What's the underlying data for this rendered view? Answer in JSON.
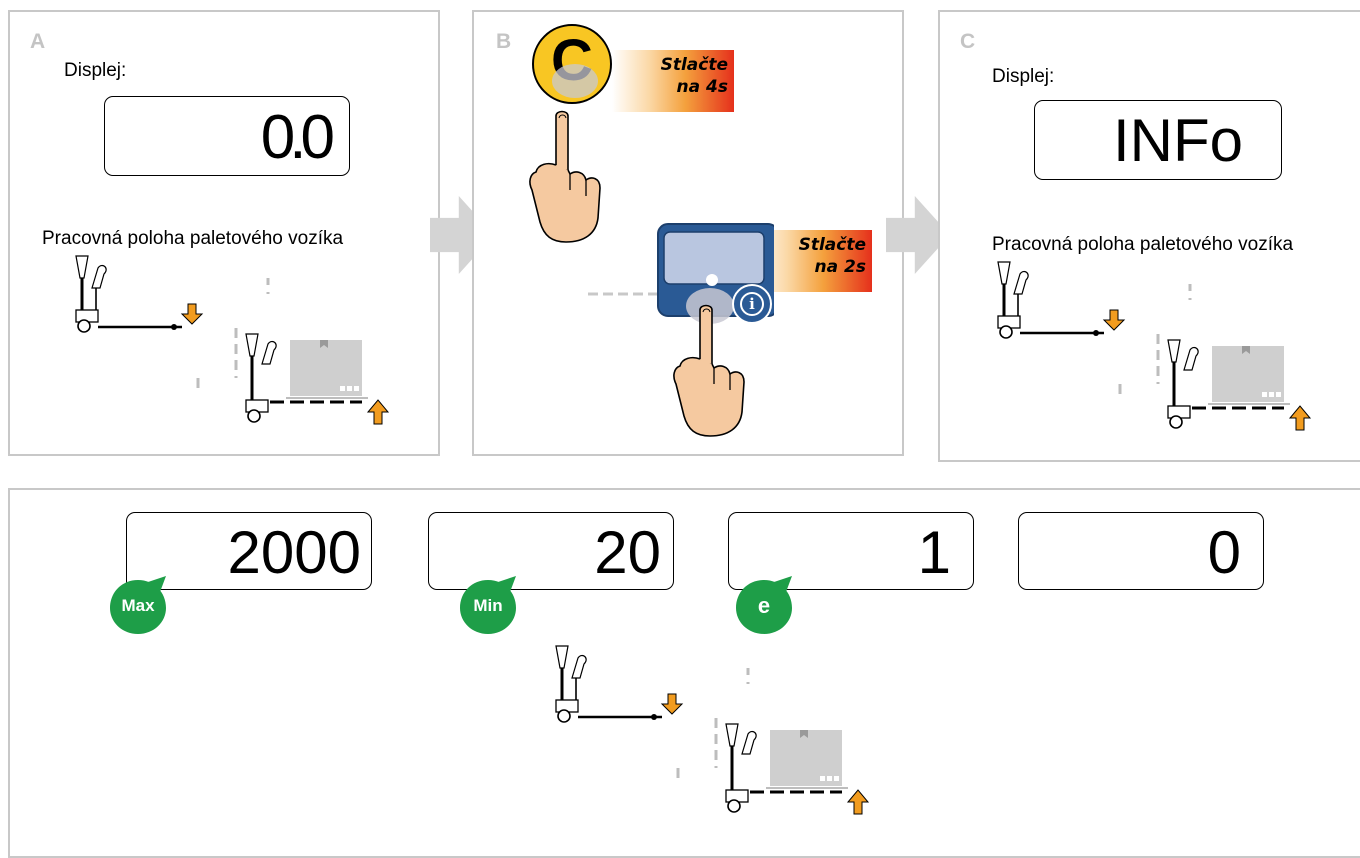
{
  "panels": {
    "a": {
      "letter": "A",
      "display_label": "Displej:",
      "display_value": "0.0",
      "position_label": "Pracovná poloha paletového vozíka"
    },
    "b": {
      "letter": "B",
      "c_button_label": "C",
      "press_c_line1": "Stlačte",
      "press_c_line2": "na 4s",
      "press_info_line1": "Stlačte",
      "press_info_line2": "na 2s",
      "info_icon_glyph": "i"
    },
    "c": {
      "letter": "C",
      "display_label": "Displej:",
      "display_value": "INFo",
      "position_label": "Pracovná poloha paletového vozíka"
    }
  },
  "bottom": {
    "displays": [
      {
        "value": "2000",
        "badge": "Max"
      },
      {
        "value": "20",
        "badge": "Min"
      },
      {
        "value": "1",
        "badge": "e"
      },
      {
        "value": "0",
        "badge": ""
      }
    ]
  },
  "colors": {
    "badge_green": "#1e9e48",
    "c_button_yellow": "#f8c623",
    "hand_skin": "#f5c9a0",
    "device_blue": "#2a5a95",
    "arrow_orange": "#f29c1f",
    "panel_border": "#c8c8c8"
  },
  "icons": {
    "step_arrow": "arrow-right-icon",
    "hand": "pointing-hand-icon",
    "info": "info-icon",
    "truck": "pallet-truck-icon",
    "load": "arrow-up-icon",
    "unload": "arrow-down-icon"
  }
}
